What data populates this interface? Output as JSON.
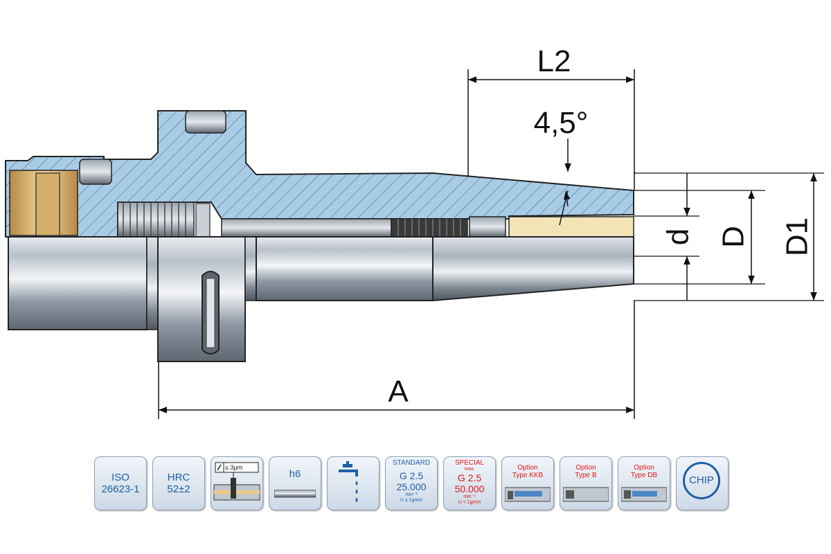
{
  "dimensions": {
    "l2": "L2",
    "angle": "4,5°",
    "d": "d",
    "D": "D",
    "D1": "D1",
    "A": "A"
  },
  "badges": [
    {
      "id": "iso",
      "line1": "ISO",
      "line2": "26623-1"
    },
    {
      "id": "hrc",
      "line1": "HRC",
      "line2": "52±2"
    },
    {
      "id": "runout",
      "label": "≤ 3µm"
    },
    {
      "id": "h6",
      "label": "h6"
    },
    {
      "id": "coolant"
    },
    {
      "id": "standard",
      "title": "STANDARD",
      "grade": "G 2.5",
      "speed": "25.000",
      "unit": "min⁻¹",
      "note": "U ≤ 1gmm"
    },
    {
      "id": "special",
      "title": "SPECIAL",
      "max": "max.",
      "grade": "G 2.5",
      "speed": "50.000",
      "unit": "min⁻¹",
      "note": "U < 1gmm"
    },
    {
      "id": "kkb",
      "line1": "Option",
      "line2": "Type KKB"
    },
    {
      "id": "typeb",
      "line1": "Option",
      "line2": "Type B"
    },
    {
      "id": "typedb",
      "line1": "Option",
      "line2": "Type DB"
    },
    {
      "id": "chip",
      "label": "CHIP"
    }
  ],
  "colors": {
    "section_fill": "#a9cce6",
    "outline": "#222222",
    "badge_blue": "#1d5fa6",
    "badge_red": "#e01818",
    "brass": "#e9c88f"
  }
}
